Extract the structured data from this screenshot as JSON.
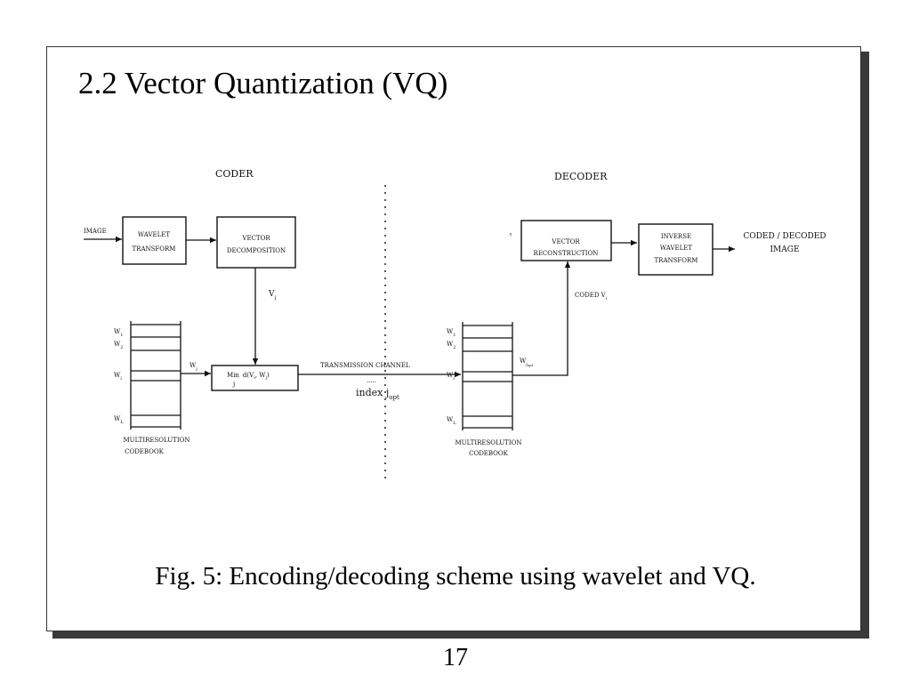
{
  "slide": {
    "title": "2.2 Vector Quantization (VQ)",
    "caption": "Fig. 5: Encoding/decoding scheme using wavelet and VQ.",
    "page_number": "17"
  },
  "diagram": {
    "coder_heading": "CODER",
    "decoder_heading": "DECODER",
    "image_input_label": "IMAGE",
    "wavelet_transform": [
      "WAVELET",
      "TRANSFORM"
    ],
    "vector_decomposition": [
      "VECTOR",
      "DECOMPOSITION"
    ],
    "vi_label": {
      "base": "V",
      "sub": "i"
    },
    "wj_label": {
      "base": "W",
      "sub": "j"
    },
    "min_box": {
      "word": "Min",
      "sub": "j",
      "expr_prefix": "d(V",
      "expr_sub1": "i",
      "expr_middle": ", W",
      "expr_sub2": "j",
      "expr_suffix": ")"
    },
    "left_codebook": {
      "entries": [
        {
          "base": "W",
          "sub": "1"
        },
        {
          "base": "W",
          "sub": "2"
        },
        {
          "base": "W",
          "sub": "i"
        },
        {
          "base": "W",
          "sub": "L"
        }
      ],
      "label": [
        "MULTIRESOLUTION",
        "CODEBOOK"
      ]
    },
    "transmission_channel": "TRANSMISSION CHANNEL",
    "channel_dots": ".....",
    "index_label": {
      "base": "index j",
      "sub": "opt"
    },
    "right_codebook": {
      "entries": [
        {
          "base": "W",
          "sub": "1"
        },
        {
          "base": "W",
          "sub": "2"
        },
        {
          "base": "W",
          "sub": "i"
        },
        {
          "base": "W",
          "sub": "L"
        }
      ],
      "label": [
        "MULTIRESOLUTION",
        "CODEBOOK"
      ]
    },
    "wjopt_label": {
      "base": "W",
      "sub": "j",
      "subsub": "opt"
    },
    "coded_vi_label": {
      "base": "CODED V",
      "sub": "i"
    },
    "vector_reconstruction": [
      "VECTOR",
      "RECONSTRUCTION"
    ],
    "inverse_wavelet_transform": [
      "INVERSE",
      "WAVELET",
      "TRANSFORM"
    ],
    "output_label": [
      "CODED / DECODED",
      "IMAGE"
    ],
    "reconstruction_side_mark": "ᵛ̄"
  }
}
